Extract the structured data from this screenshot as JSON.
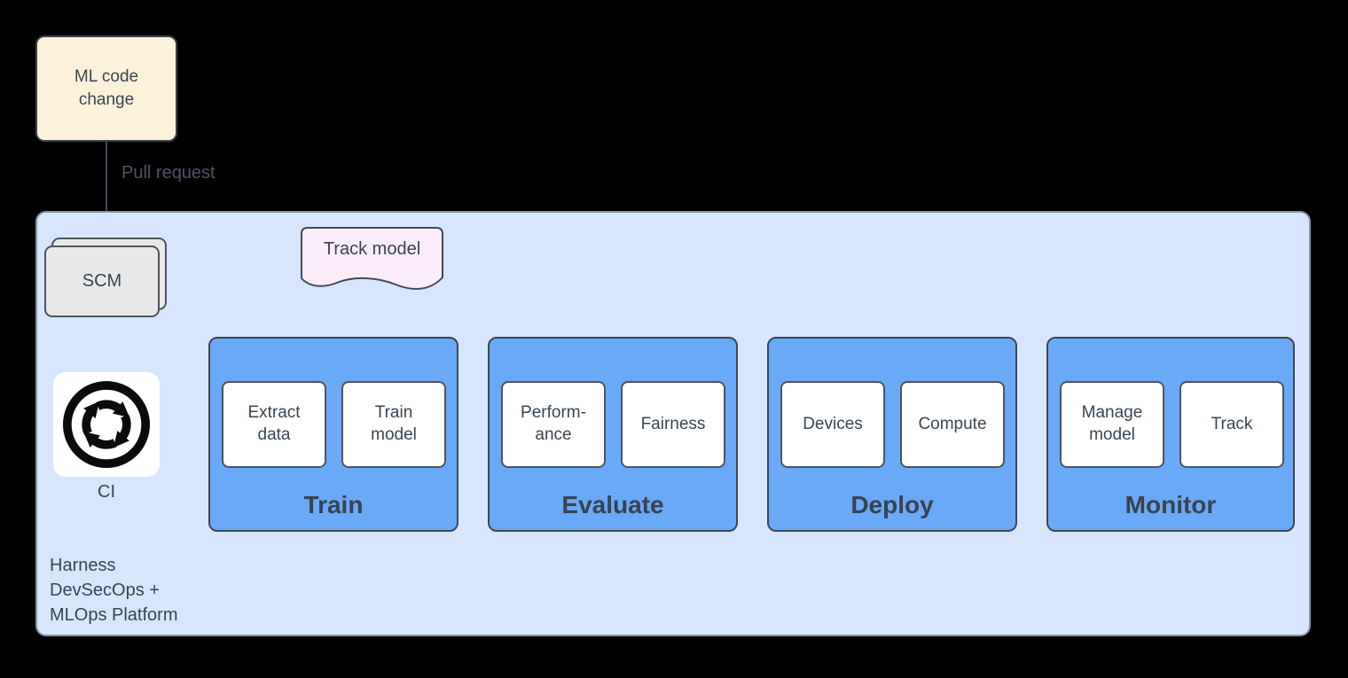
{
  "diagram": {
    "nodes": {
      "ml_code_change": {
        "label": "ML code\nchange"
      },
      "pull_request": {
        "label": "Pull request"
      },
      "scm": {
        "label": "SCM"
      },
      "ci": {
        "label": "CI",
        "icon": "sync-cycle-icon"
      },
      "track_model": {
        "label": "Track model"
      }
    },
    "platform": {
      "lines": [
        "Harness",
        "DevSecOps +",
        "MLOps Platform"
      ]
    },
    "stages": [
      {
        "title": "Train",
        "items": [
          "Extract\ndata",
          "Train\nmodel"
        ]
      },
      {
        "title": "Evaluate",
        "items": [
          "Perform-\nance",
          "Fairness"
        ]
      },
      {
        "title": "Deploy",
        "items": [
          "Devices",
          "Compute"
        ]
      },
      {
        "title": "Monitor",
        "items": [
          "Manage\nmodel",
          "Track"
        ]
      }
    ],
    "colors": {
      "background": "#000000",
      "platform_fill": "#D7E6FC",
      "platform_border": "#8796A8",
      "stage_fill": "#6AA9F7",
      "stage_border": "#3F4750",
      "note_fill": "#FCF2D9",
      "scm_fill": "#E8E8E8",
      "doc_fill": "#FAEDF9",
      "text": "#3A4553",
      "arrow": "#434B59"
    }
  }
}
